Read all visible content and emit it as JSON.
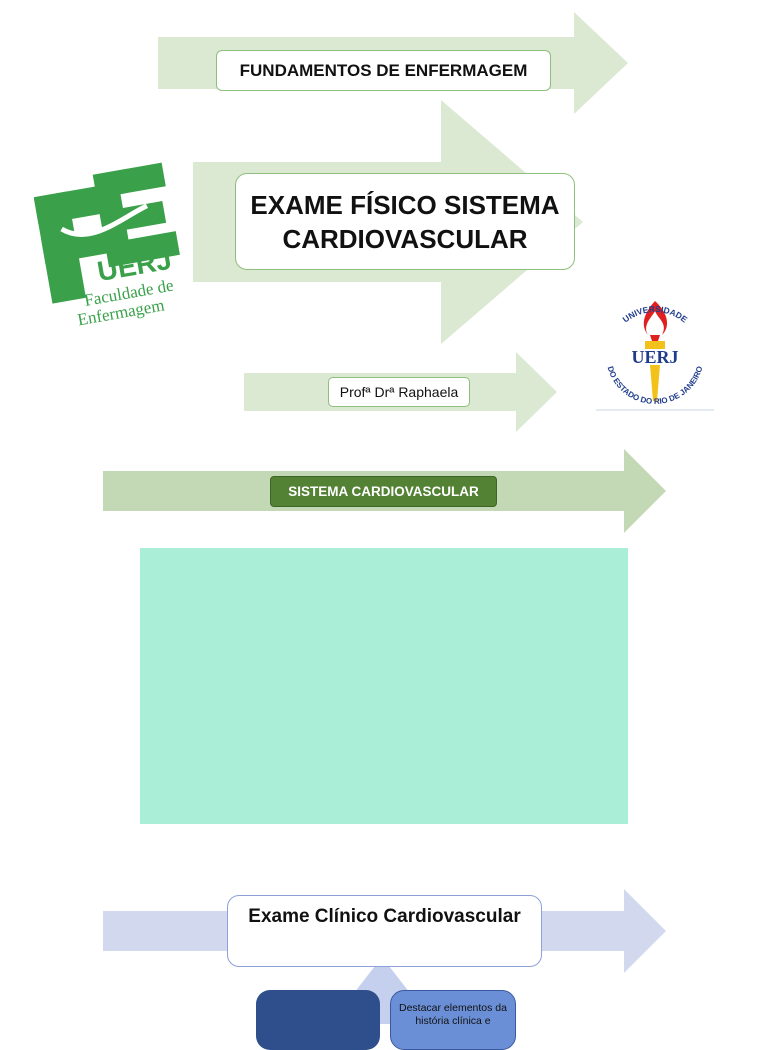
{
  "header": {
    "course": "FUNDAMENTOS DE ENFERMAGEM",
    "title_line1": "EXAME FÍSICO SISTEMA",
    "title_line2": "CARDIOVASCULAR",
    "professor": "Profª Drª Raphaela"
  },
  "logos": {
    "fe_logo_text": "UERJ Faculdade de Enfermagem",
    "fe_logo_lines": [
      "UERJ",
      "Faculdade de",
      "Enfermagem"
    ],
    "uerj_seal_center": "UERJ",
    "uerj_seal_ring_top": "UNIVERSIDADE",
    "uerj_seal_ring_bottom": "DO ESTADO DO RIO DE JANEIRO"
  },
  "section": {
    "label": "SISTEMA CARDIOVASCULAR"
  },
  "diagram": {
    "root": "Exame Clínico Cardiovascular",
    "child_text": "Destacar elementos da história clínica e"
  },
  "colors": {
    "arrow_green_light": "#dbe8d2",
    "arrow_green_mid": "#c3d8b5",
    "section_dark_green": "#548235",
    "teal_panel": "#abeed8",
    "arrow_lavender": "#d2d9ef",
    "navy_box": "#2e4f8c",
    "blue_box": "#6b8fd6",
    "logo_green": "#3aa14a"
  }
}
